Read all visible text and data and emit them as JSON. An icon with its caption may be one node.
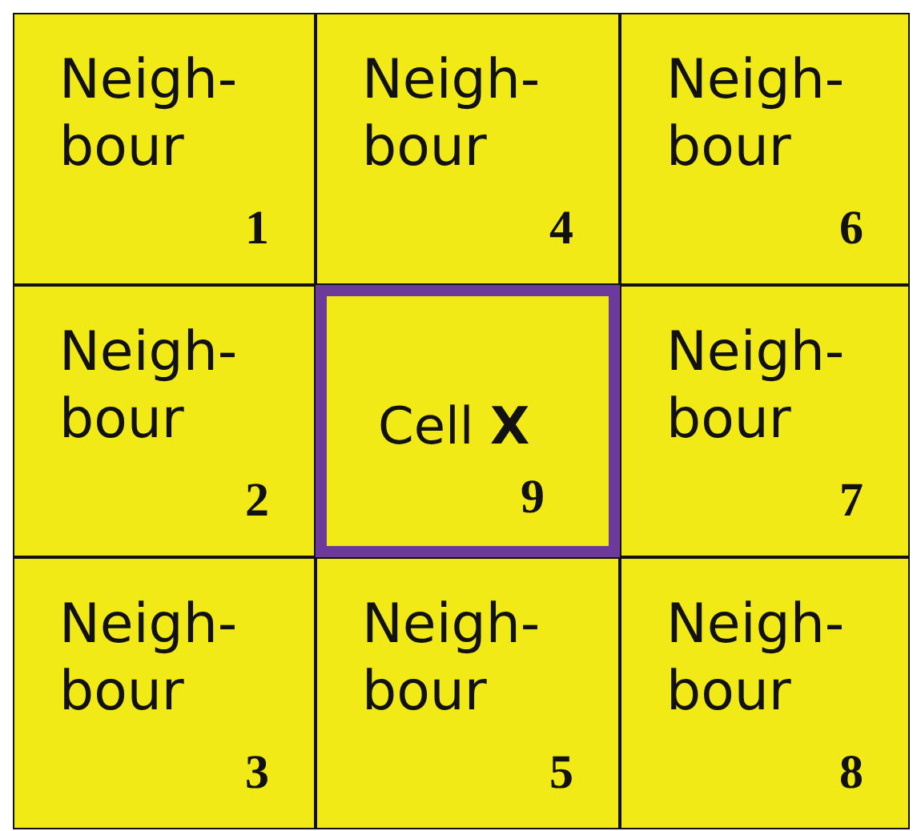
{
  "diagram": {
    "nodes": [
      {
        "text": [
          "Neigh- bour",
          "1"
        ]
      },
      {
        "text": [
          "Neigh- bour",
          "4"
        ]
      },
      {
        "text": [
          "Neigh- bour",
          "6"
        ]
      },
      {
        "text": [
          "Neigh- bour",
          "2"
        ]
      },
      {
        "text": [
          "Cell **X**",
          "9"
        ]
      },
      {
        "text": [
          "Neigh- bour",
          "7"
        ]
      },
      {
        "text": [
          "Neigh- bour",
          "3"
        ]
      },
      {
        "text": [
          "Neigh- bour",
          "5"
        ]
      },
      {
        "text": [
          "Neigh- bour",
          "8"
        ]
      }
    ]
  }
}
